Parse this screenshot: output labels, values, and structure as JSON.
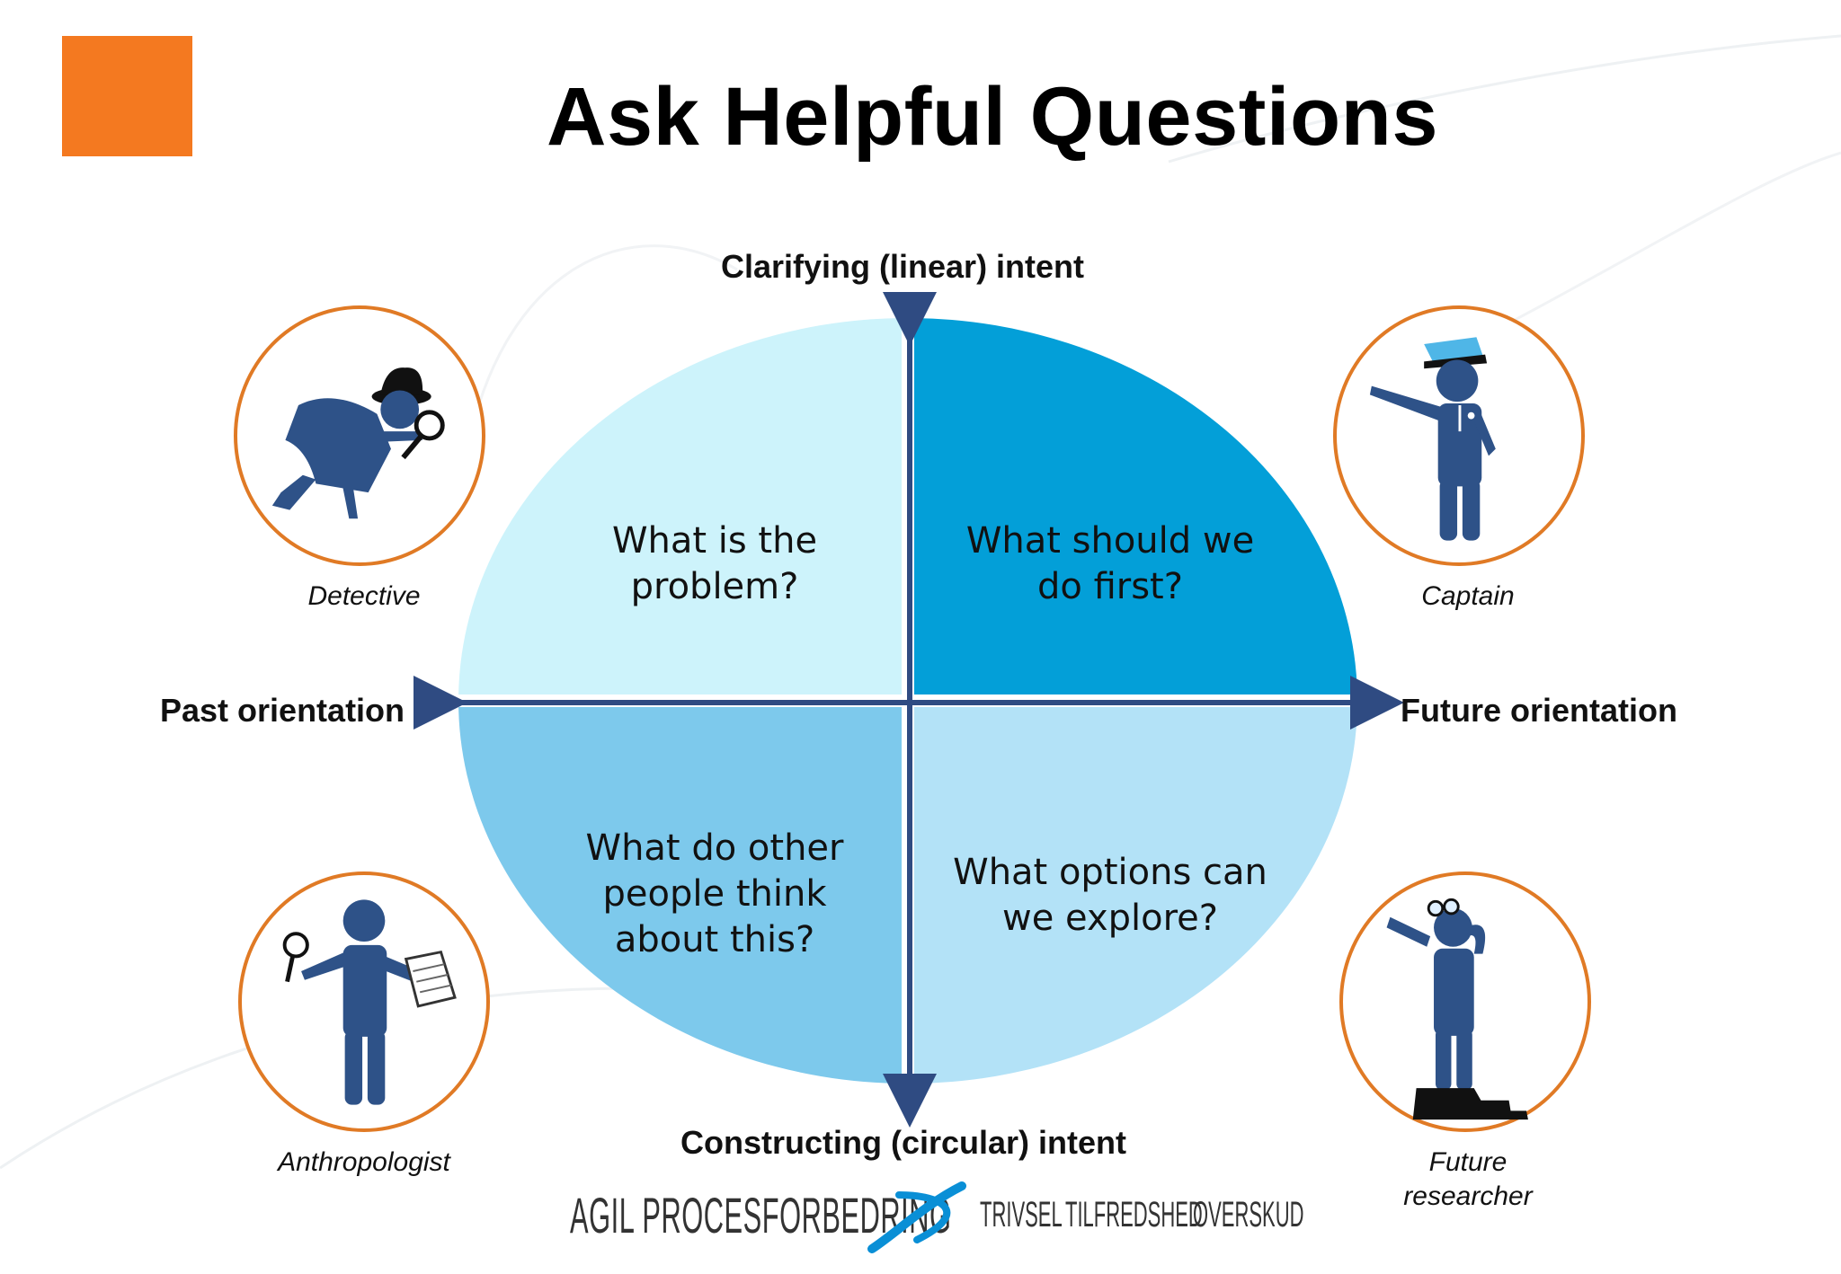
{
  "slide": {
    "title": "Ask Helpful Questions"
  },
  "axes": {
    "top": "Clarifying (linear) intent",
    "bottom": "Constructing (circular) intent",
    "left": "Past orientation",
    "right": "Future orientation"
  },
  "quadrants": {
    "top_left": "What is the\nproblem?",
    "top_right": "What should we\ndo first?",
    "bottom_left": "What do other\npeople think\nabout this?",
    "bottom_right": "What options can\nwe explore?"
  },
  "roles": {
    "detective": "Detective",
    "captain": "Captain",
    "anthropologist": "Anthropologist",
    "future_researcher": "Future\nresearcher"
  },
  "footer": {
    "brand": "AGIL PROCESFORBEDRING",
    "word1": "TRIVSEL",
    "word2": "TILFREDSHED",
    "word3": "OVERSKUD"
  },
  "colors": {
    "accent": "#f47920",
    "top_left": "#cdf3fb",
    "top_right": "#039fd8",
    "bottom_left": "#7dc9ec",
    "bottom_right": "#b3e2f7",
    "axis": "#2f4b82",
    "figure": "#2e5288",
    "ring": "#e07a25"
  },
  "icons": [
    "detective-icon",
    "captain-icon",
    "anthropologist-icon",
    "future-researcher-icon",
    "brand-swoosh-icon"
  ]
}
